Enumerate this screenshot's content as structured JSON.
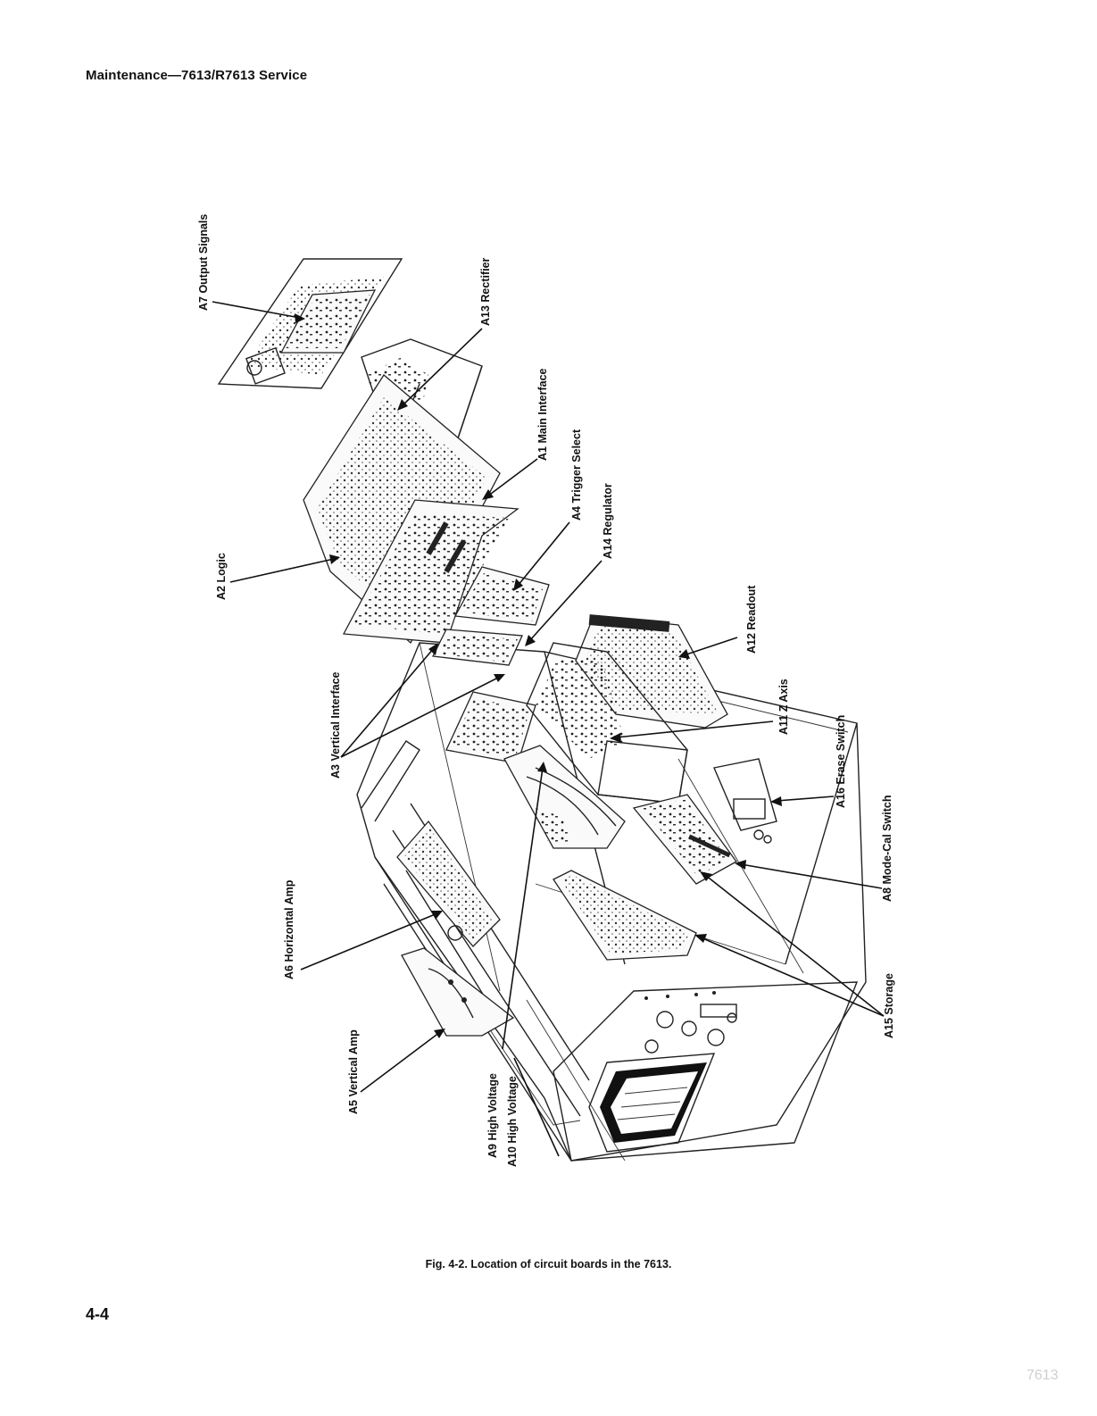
{
  "header": {
    "title": "Maintenance—7613/R7613 Service"
  },
  "figure": {
    "caption": "Fig. 4-2.  Location of circuit boards in the 7613.",
    "callouts": [
      {
        "id": "a7",
        "label": "A7 Output Signals"
      },
      {
        "id": "a13",
        "label": "A13 Rectifier"
      },
      {
        "id": "a1",
        "label": "A1 Main Interface"
      },
      {
        "id": "a4",
        "label": "A4 Trigger Select"
      },
      {
        "id": "a14",
        "label": "A14 Regulator"
      },
      {
        "id": "a2",
        "label": "A2 Logic"
      },
      {
        "id": "a12",
        "label": "A12 Readout"
      },
      {
        "id": "a3",
        "label": "A3 Vertical Interface"
      },
      {
        "id": "a11",
        "label": "A11 Z Axis"
      },
      {
        "id": "a16",
        "label": "A16 Erase Switch"
      },
      {
        "id": "a6",
        "label": "A6 Horizontal Amp"
      },
      {
        "id": "a8",
        "label": "A8 Mode-Cal Switch"
      },
      {
        "id": "a5",
        "label": "A5 Vertical Amp"
      },
      {
        "id": "a15",
        "label": "A15 Storage"
      },
      {
        "id": "a9",
        "label": "A9 High Voltage"
      },
      {
        "id": "a10",
        "label": "A10 High Voltage"
      }
    ]
  },
  "page_number": "4-4",
  "watermark": "7613"
}
